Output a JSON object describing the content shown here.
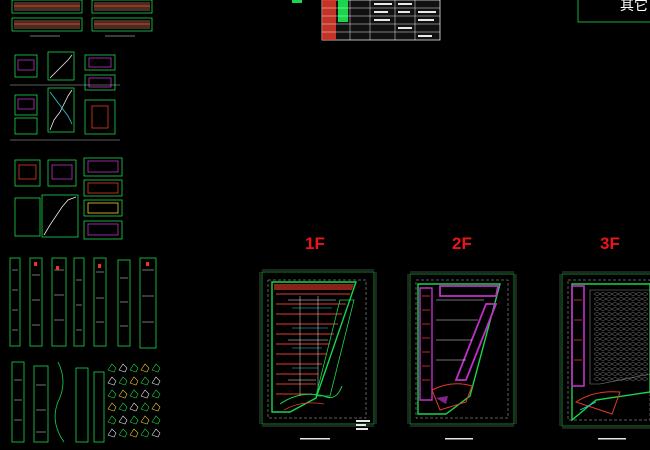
{
  "corner_note": "其它",
  "floors": [
    {
      "label": "1F"
    },
    {
      "label": "2F"
    },
    {
      "label": "3F"
    }
  ],
  "colors": {
    "background": "#000000",
    "wall_green": "#19d64a",
    "dim_white": "#e8e8e8",
    "stair_red": "#e33a2a",
    "highlight_magenta": "#c030c8",
    "label_red": "#e8161c",
    "detail_yellow": "#f2d02a",
    "detail_cyan": "#30c8d8"
  }
}
